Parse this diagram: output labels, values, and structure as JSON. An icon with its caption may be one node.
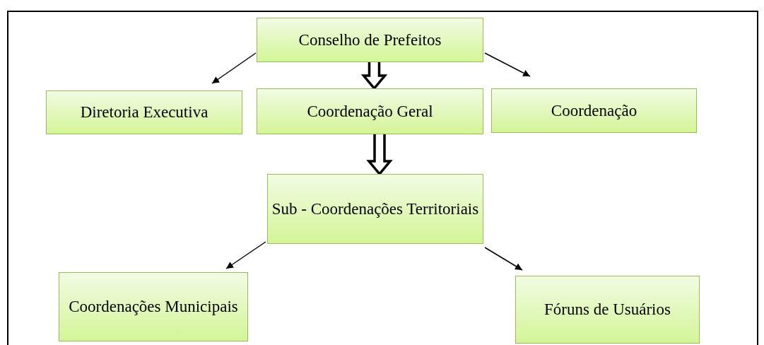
{
  "diagram": {
    "nodes": [
      {
        "text": [
          "Conselho de Prefeitos"
        ]
      },
      {
        "text": [
          "Diretoria Executiva"
        ]
      },
      {
        "text": [
          "Coordenação Geral"
        ]
      },
      {
        "text": [
          "Coordenação"
        ]
      },
      {
        "text": [
          "Sub - Coordenações Territoriais"
        ]
      },
      {
        "text": [
          "Coordenações Municipais"
        ]
      },
      {
        "text": [
          "Fóruns de Usuários"
        ]
      }
    ],
    "edges": [
      {
        "from": 0,
        "to": 1,
        "arrow": "to"
      },
      {
        "from": 0,
        "to": 2,
        "arrow": "to",
        "style": "thick"
      },
      {
        "from": 0,
        "to": 3,
        "arrow": "to"
      },
      {
        "from": 2,
        "to": 4,
        "arrow": "to",
        "style": "thick"
      },
      {
        "from": 4,
        "to": 5,
        "arrow": "to"
      },
      {
        "from": 4,
        "to": 6,
        "arrow": "to"
      }
    ]
  }
}
